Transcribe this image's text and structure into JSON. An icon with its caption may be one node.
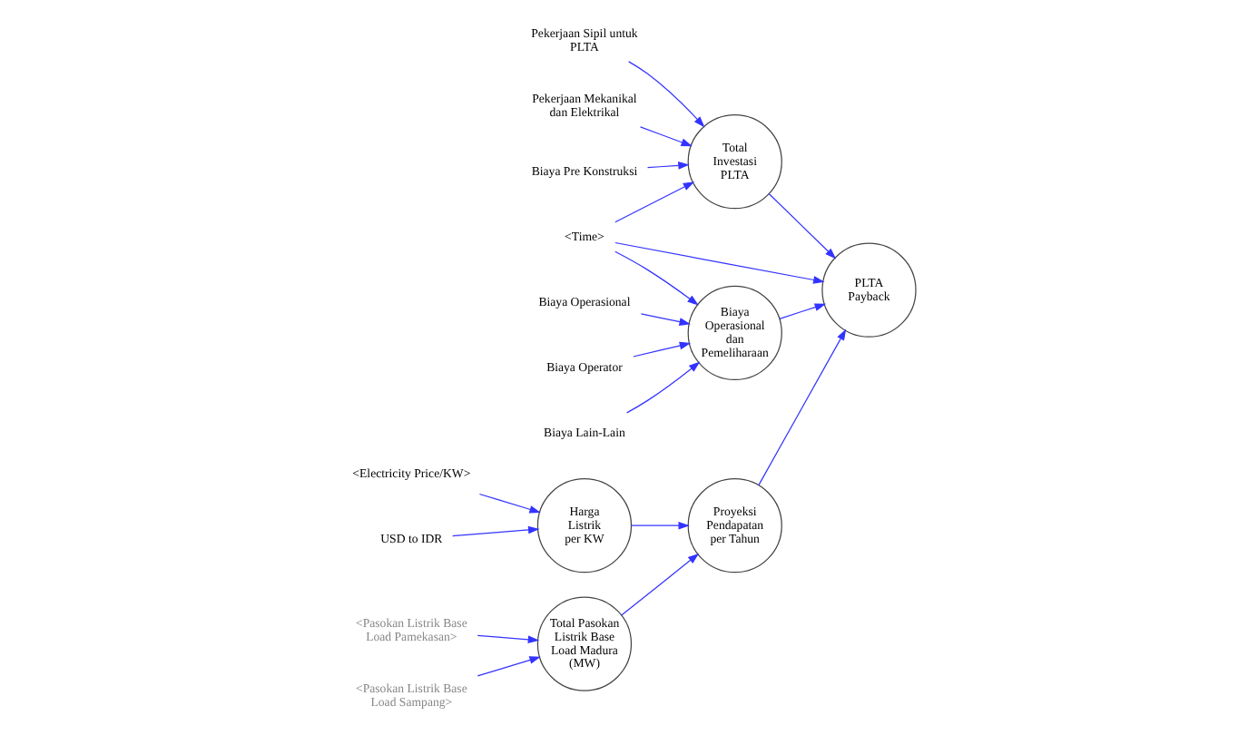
{
  "diagram": {
    "nodes": [
      {
        "text": [
          "Pekerjaan Sipil untuk PLTA"
        ]
      },
      {
        "text": [
          "Pekerjaan Mekanikal dan Elektrikal"
        ]
      },
      {
        "text": [
          "Biaya Pre Konstruksi"
        ]
      },
      {
        "text": [
          "Total Investasi PLTA"
        ]
      },
      {
        "text": [
          "<Electricity Price/KW>"
        ]
      },
      {
        "text": [
          "USD to IDR"
        ]
      },
      {
        "text": [
          "Harga Listrik per KW"
        ]
      },
      {
        "text": [
          "<Time>"
        ]
      },
      {
        "text": [
          "Proyeksi Pendapatan per Tahun"
        ]
      },
      {
        "text": [
          "<Pasokan Listrik Base Load Pamekasan>"
        ]
      },
      {
        "text": [
          "Total Pasokan Listrik Base Load Madura (MW)"
        ]
      },
      {
        "text": [
          "Biaya Operasional"
        ]
      },
      {
        "text": [
          "PLTA Payback"
        ]
      },
      {
        "text": [
          "<Pasokan Listrik Base Load Sampang>"
        ]
      },
      {
        "text": [
          "Biaya Operator"
        ]
      },
      {
        "text": [
          "Biaya Operasional dan Pemeliharaan"
        ]
      },
      {
        "text": [
          "Biaya Lain-Lain"
        ]
      }
    ],
    "edges": [
      {
        "from": 0,
        "to": 3,
        "arrow": "to"
      },
      {
        "from": 1,
        "to": 3,
        "arrow": "to"
      },
      {
        "from": 2,
        "to": 3,
        "arrow": "to"
      },
      {
        "from": 7,
        "to": 3,
        "arrow": "to"
      },
      {
        "from": 4,
        "to": 6,
        "arrow": "to"
      },
      {
        "from": 5,
        "to": 6,
        "arrow": "to"
      },
      {
        "from": 6,
        "to": 8,
        "arrow": "to"
      },
      {
        "from": 9,
        "to": 10,
        "arrow": "to"
      },
      {
        "from": 10,
        "to": 8,
        "arrow": "to"
      },
      {
        "from": 13,
        "to": 10,
        "arrow": "to"
      },
      {
        "from": 3,
        "to": 12,
        "arrow": "to"
      },
      {
        "from": 7,
        "to": 12,
        "arrow": "to"
      },
      {
        "from": 8,
        "to": 12,
        "arrow": "to"
      },
      {
        "from": 7,
        "to": 15,
        "arrow": "to"
      },
      {
        "from": 11,
        "to": 15,
        "arrow": "to"
      },
      {
        "from": 14,
        "to": 15,
        "arrow": "to"
      },
      {
        "from": 16,
        "to": 15,
        "arrow": "to"
      },
      {
        "from": 15,
        "to": 12,
        "arrow": "to"
      }
    ]
  }
}
